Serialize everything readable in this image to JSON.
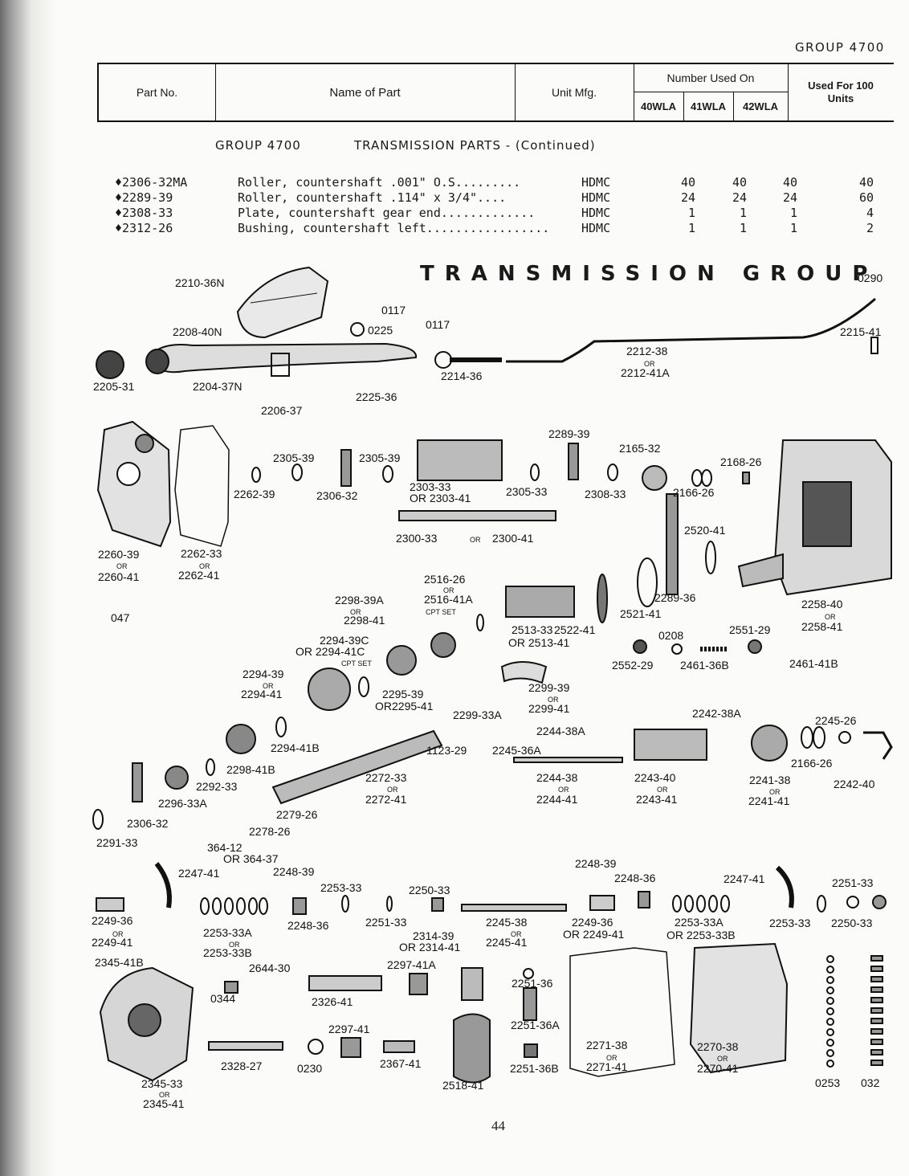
{
  "group_label": "GROUP 4700",
  "table_header": {
    "part_no": "Part No.",
    "name_of_part": "Name of Part",
    "unit_mfg": "Unit Mfg.",
    "number_used_on": "Number Used On",
    "models": [
      "40WLA",
      "41WLA",
      "42WLA"
    ],
    "used_for": "Used For 100 Units"
  },
  "section": {
    "group": "GROUP 4700",
    "title": "TRANSMISSION PARTS - (Continued)"
  },
  "parts": [
    {
      "part_no": "♦2306-32MA",
      "name": "Roller, countershaft .001\" O.S.........",
      "mfg": "HDMC",
      "n40": "40",
      "n41": "40",
      "n42": "40",
      "per100": "40"
    },
    {
      "part_no": "♦2289-39",
      "name": "Roller, countershaft .114\" x 3/4\"....",
      "mfg": "HDMC",
      "n40": "24",
      "n41": "24",
      "n42": "24",
      "per100": "60"
    },
    {
      "part_no": "♦2308-33",
      "name": "Plate, countershaft gear end.............",
      "mfg": "HDMC",
      "n40": "1",
      "n41": "1",
      "n42": "1",
      "per100": "4"
    },
    {
      "part_no": "♦2312-26",
      "name": "Bushing, countershaft left.................",
      "mfg": "HDMC",
      "n40": "1",
      "n41": "1",
      "n42": "1",
      "per100": "2"
    }
  ],
  "diagram_title": "TRANSMISSION GROUP",
  "callouts": [
    "2210-36N",
    "0290",
    "0117",
    "2208-40N",
    "0225",
    "0117",
    "2215-41",
    "2212-38",
    "OR",
    "2212-41A",
    "2205-31",
    "2204-37N",
    "2214-36",
    "2225-36",
    "2206-37",
    "2289-39",
    "2305-39",
    "2305-39",
    "2165-32",
    "2168-26",
    "2262-39",
    "2306-32",
    "2303-33",
    "OR 2303-41",
    "2305-33",
    "2308-33",
    "2166-26",
    "2300-33",
    "OR",
    "2300-41",
    "2520-41",
    "2260-39",
    "OR",
    "2260-41",
    "2262-33",
    "OR",
    "2262-41",
    "047",
    "2516-26",
    "OR",
    "2298-39A",
    "2516-41A",
    "CPT SET",
    "OR",
    "2298-41",
    "2513-33",
    "2522-41",
    "2521-41",
    "2289-36",
    "2258-40",
    "OR",
    "2258-41",
    "2294-39C",
    "OR 2294-41C",
    "CPT SET",
    "OR 2513-41",
    "0208",
    "2551-29",
    "2552-29",
    "2461-36B",
    "2461-41B",
    "2294-39",
    "OR",
    "2294-41",
    "2295-39",
    "OR2295-41",
    "2299-39",
    "OR",
    "2299-41",
    "2299-33A",
    "2242-38A",
    "2245-26",
    "2294-41B",
    "2244-38A",
    "1123-29",
    "2245-36A",
    "2166-26",
    "2298-41B",
    "2272-33",
    "OR",
    "2272-41",
    "2244-38",
    "OR",
    "2244-41",
    "2243-40",
    "OR",
    "2243-41",
    "2241-38",
    "OR",
    "2241-41",
    "2242-40",
    "2292-33",
    "2296-33A",
    "2279-26",
    "2306-32",
    "2278-26",
    "2291-33",
    "364-12",
    "OR 364-37",
    "2248-39",
    "2248-39",
    "2247-41",
    "2248-36",
    "2247-41",
    "2251-33",
    "2253-33",
    "2250-33",
    "2249-36",
    "OR",
    "2249-41",
    "2253-33A",
    "OR",
    "2253-33B",
    "2248-36",
    "2251-33",
    "2245-38",
    "OR",
    "2245-41",
    "2249-36",
    "OR 2249-41",
    "2253-33A",
    "OR 2253-33B",
    "2253-33",
    "2250-33",
    "2314-39",
    "OR 2314-41",
    "2345-41B",
    "2644-30",
    "2297-41A",
    "2251-36",
    "0344",
    "2326-41",
    "2297-41",
    "2251-36A",
    "2328-27",
    "0230",
    "2367-41",
    "2271-38",
    "OR",
    "2271-41",
    "2270-38",
    "OR",
    "2270-41",
    "2251-36B",
    "2518-41",
    "0253",
    "032",
    "2345-33",
    "OR",
    "2345-41"
  ],
  "page_number": "44"
}
